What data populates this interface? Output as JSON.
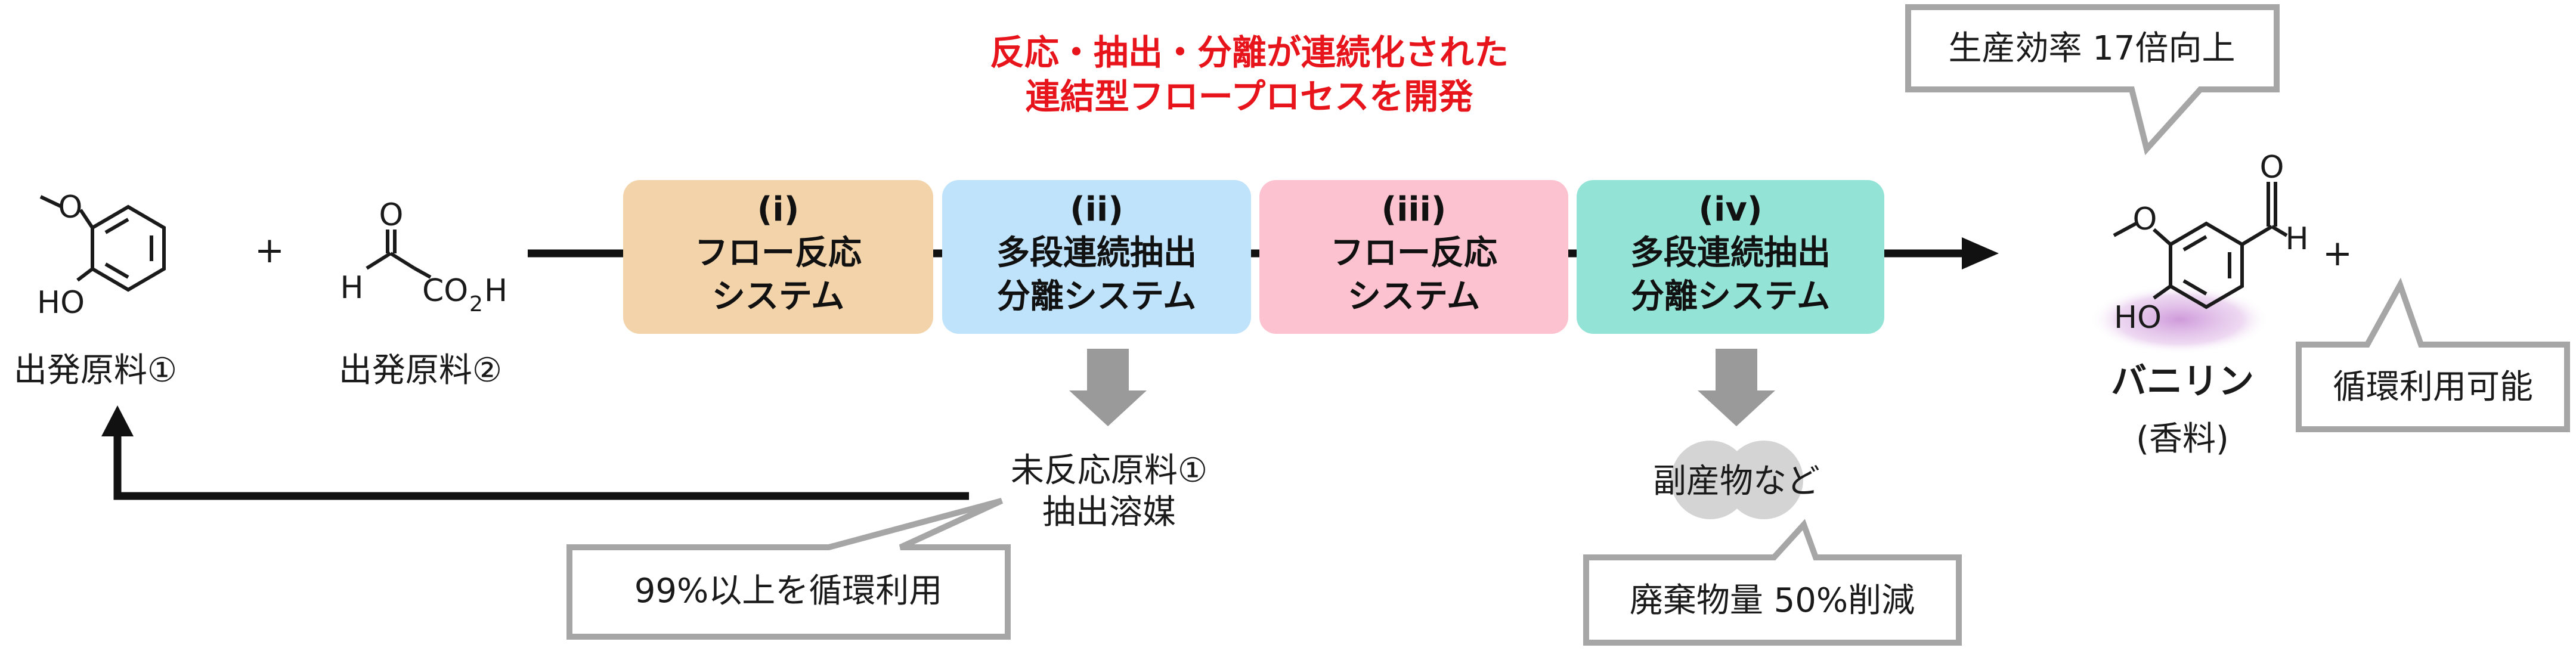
{
  "headline": {
    "line1": "反応・抽出・分離が連続化された",
    "line2": "連結型フロープロセスを開発"
  },
  "starting_material_1": {
    "label": "出発原料①",
    "atom_o": "O",
    "atom_ho": "HO"
  },
  "plus_1": "+",
  "starting_material_2": {
    "label": "出発原料②",
    "atom_o": "O",
    "atom_h": "H",
    "atom_co": "CO",
    "atom_2": "2",
    "atom_h2": "H"
  },
  "steps": [
    {
      "num": "(i)",
      "line1": "フロー反応",
      "line2": "システム",
      "color": "#f3d3a9"
    },
    {
      "num": "(ii)",
      "line1": "多段連続抽出",
      "line2": "分離システム",
      "color": "#bfe3fb"
    },
    {
      "num": "(iii)",
      "line1": "フロー反応",
      "line2": "システム",
      "color": "#fdc2d0"
    },
    {
      "num": "(iv)",
      "line1": "多段連続抽出",
      "line2": "分離システム",
      "color": "#93e4d6"
    }
  ],
  "product": {
    "name": "バニリン",
    "sub": "(香料)",
    "atom_o": "O",
    "atom_h": "H",
    "atom_oh": "HO",
    "atom_ome": "O"
  },
  "plus_2": "+",
  "recovered": {
    "line1": "未反応原料①",
    "line2": "抽出溶媒"
  },
  "byproduct": "副産物など",
  "callouts": {
    "efficiency": "生産効率 17倍向上",
    "recyclable": "循環利用可能",
    "recycle_rate": "99%以上を循環利用",
    "waste": "廃棄物量 50%削減"
  },
  "colors": {
    "accent_red": "#e8141b",
    "arrow_gray": "#9a9a9a",
    "callout_border": "#a6a6a6"
  }
}
